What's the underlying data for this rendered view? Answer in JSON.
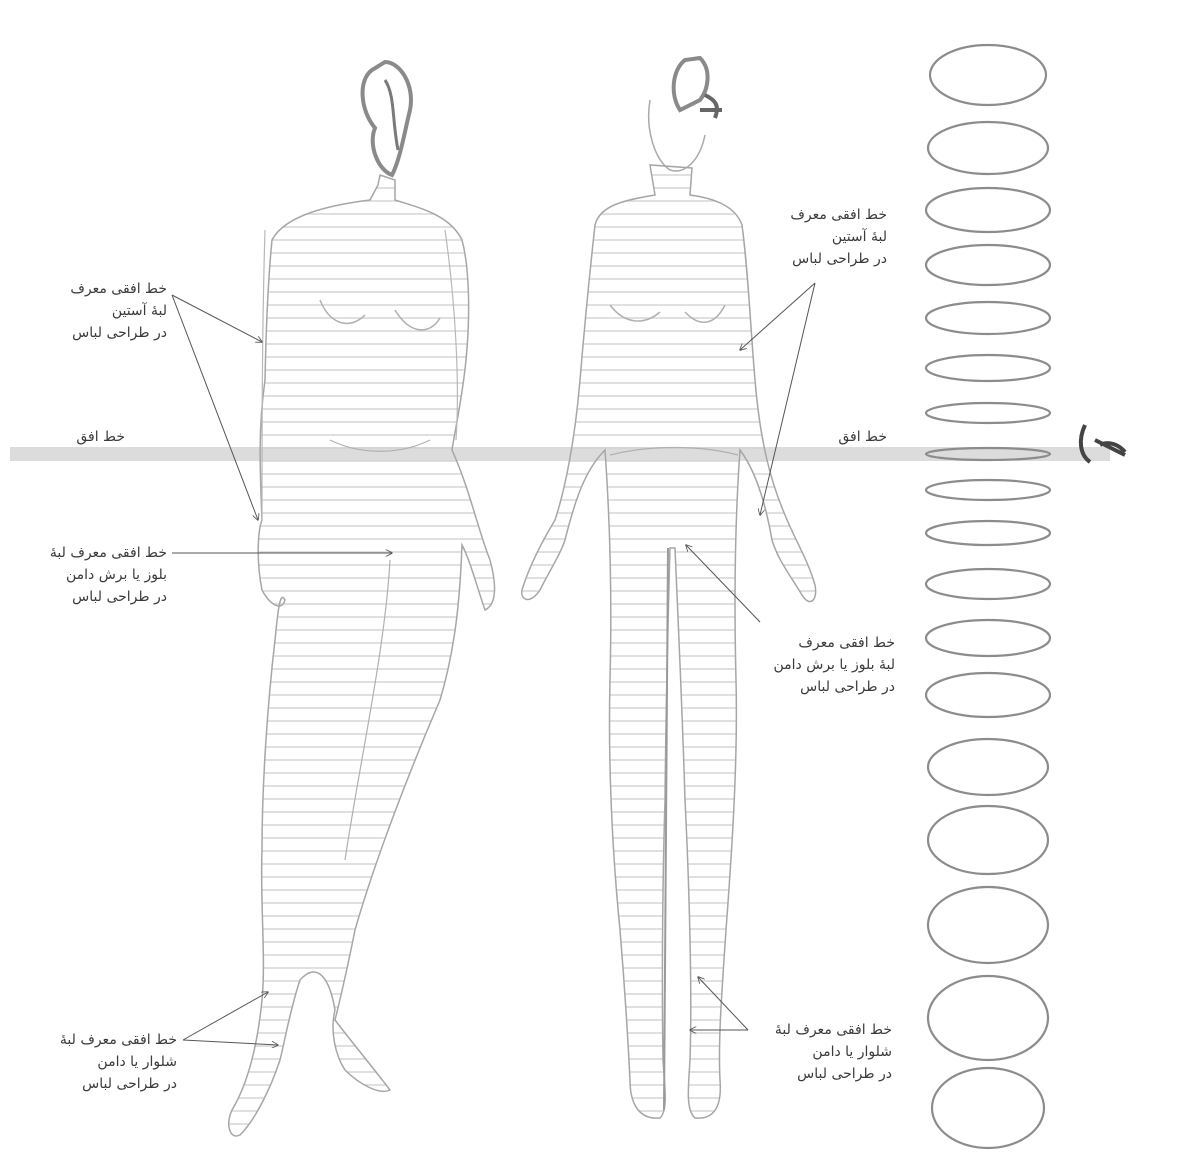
{
  "labels": {
    "left_sleeve": {
      "l1": "خط افقی معرف",
      "l2": "لبهٔ آستین",
      "l3": "در طراحی لباس"
    },
    "left_horizon": "خط افق",
    "left_blouse": {
      "l1": "خط افقی معرف لبهٔ",
      "l2": "بلوز یا برش دامن",
      "l3": "در طراحی لباس"
    },
    "left_trouser": {
      "l1": "خط افقی معرف لبهٔ",
      "l2": "شلوار یا دامن",
      "l3": "در طراحی لباس"
    },
    "right_sleeve": {
      "l1": "خط افقی معرف",
      "l2": "لبهٔ آستین",
      "l3": "در طراحی لباس"
    },
    "right_horizon": "خط افق",
    "right_blouse": {
      "l1": "خط افقی معرف",
      "l2": "لبهٔ بلوز یا برش دامن",
      "l3": "در طراحی لباس"
    },
    "right_trouser": {
      "l1": "خط افقی معرف لبهٔ",
      "l2": "شلوار یا دامن",
      "l3": "در طراحی لباس"
    }
  },
  "colors": {
    "figure_stroke": "#9a9a9a",
    "contour_lines": "#d0d0d0",
    "horizon_line": "#cfcfcf",
    "ellipse_stroke": "#8c8c8c",
    "pointer_line": "#555555",
    "text": "#3a3a3a"
  }
}
